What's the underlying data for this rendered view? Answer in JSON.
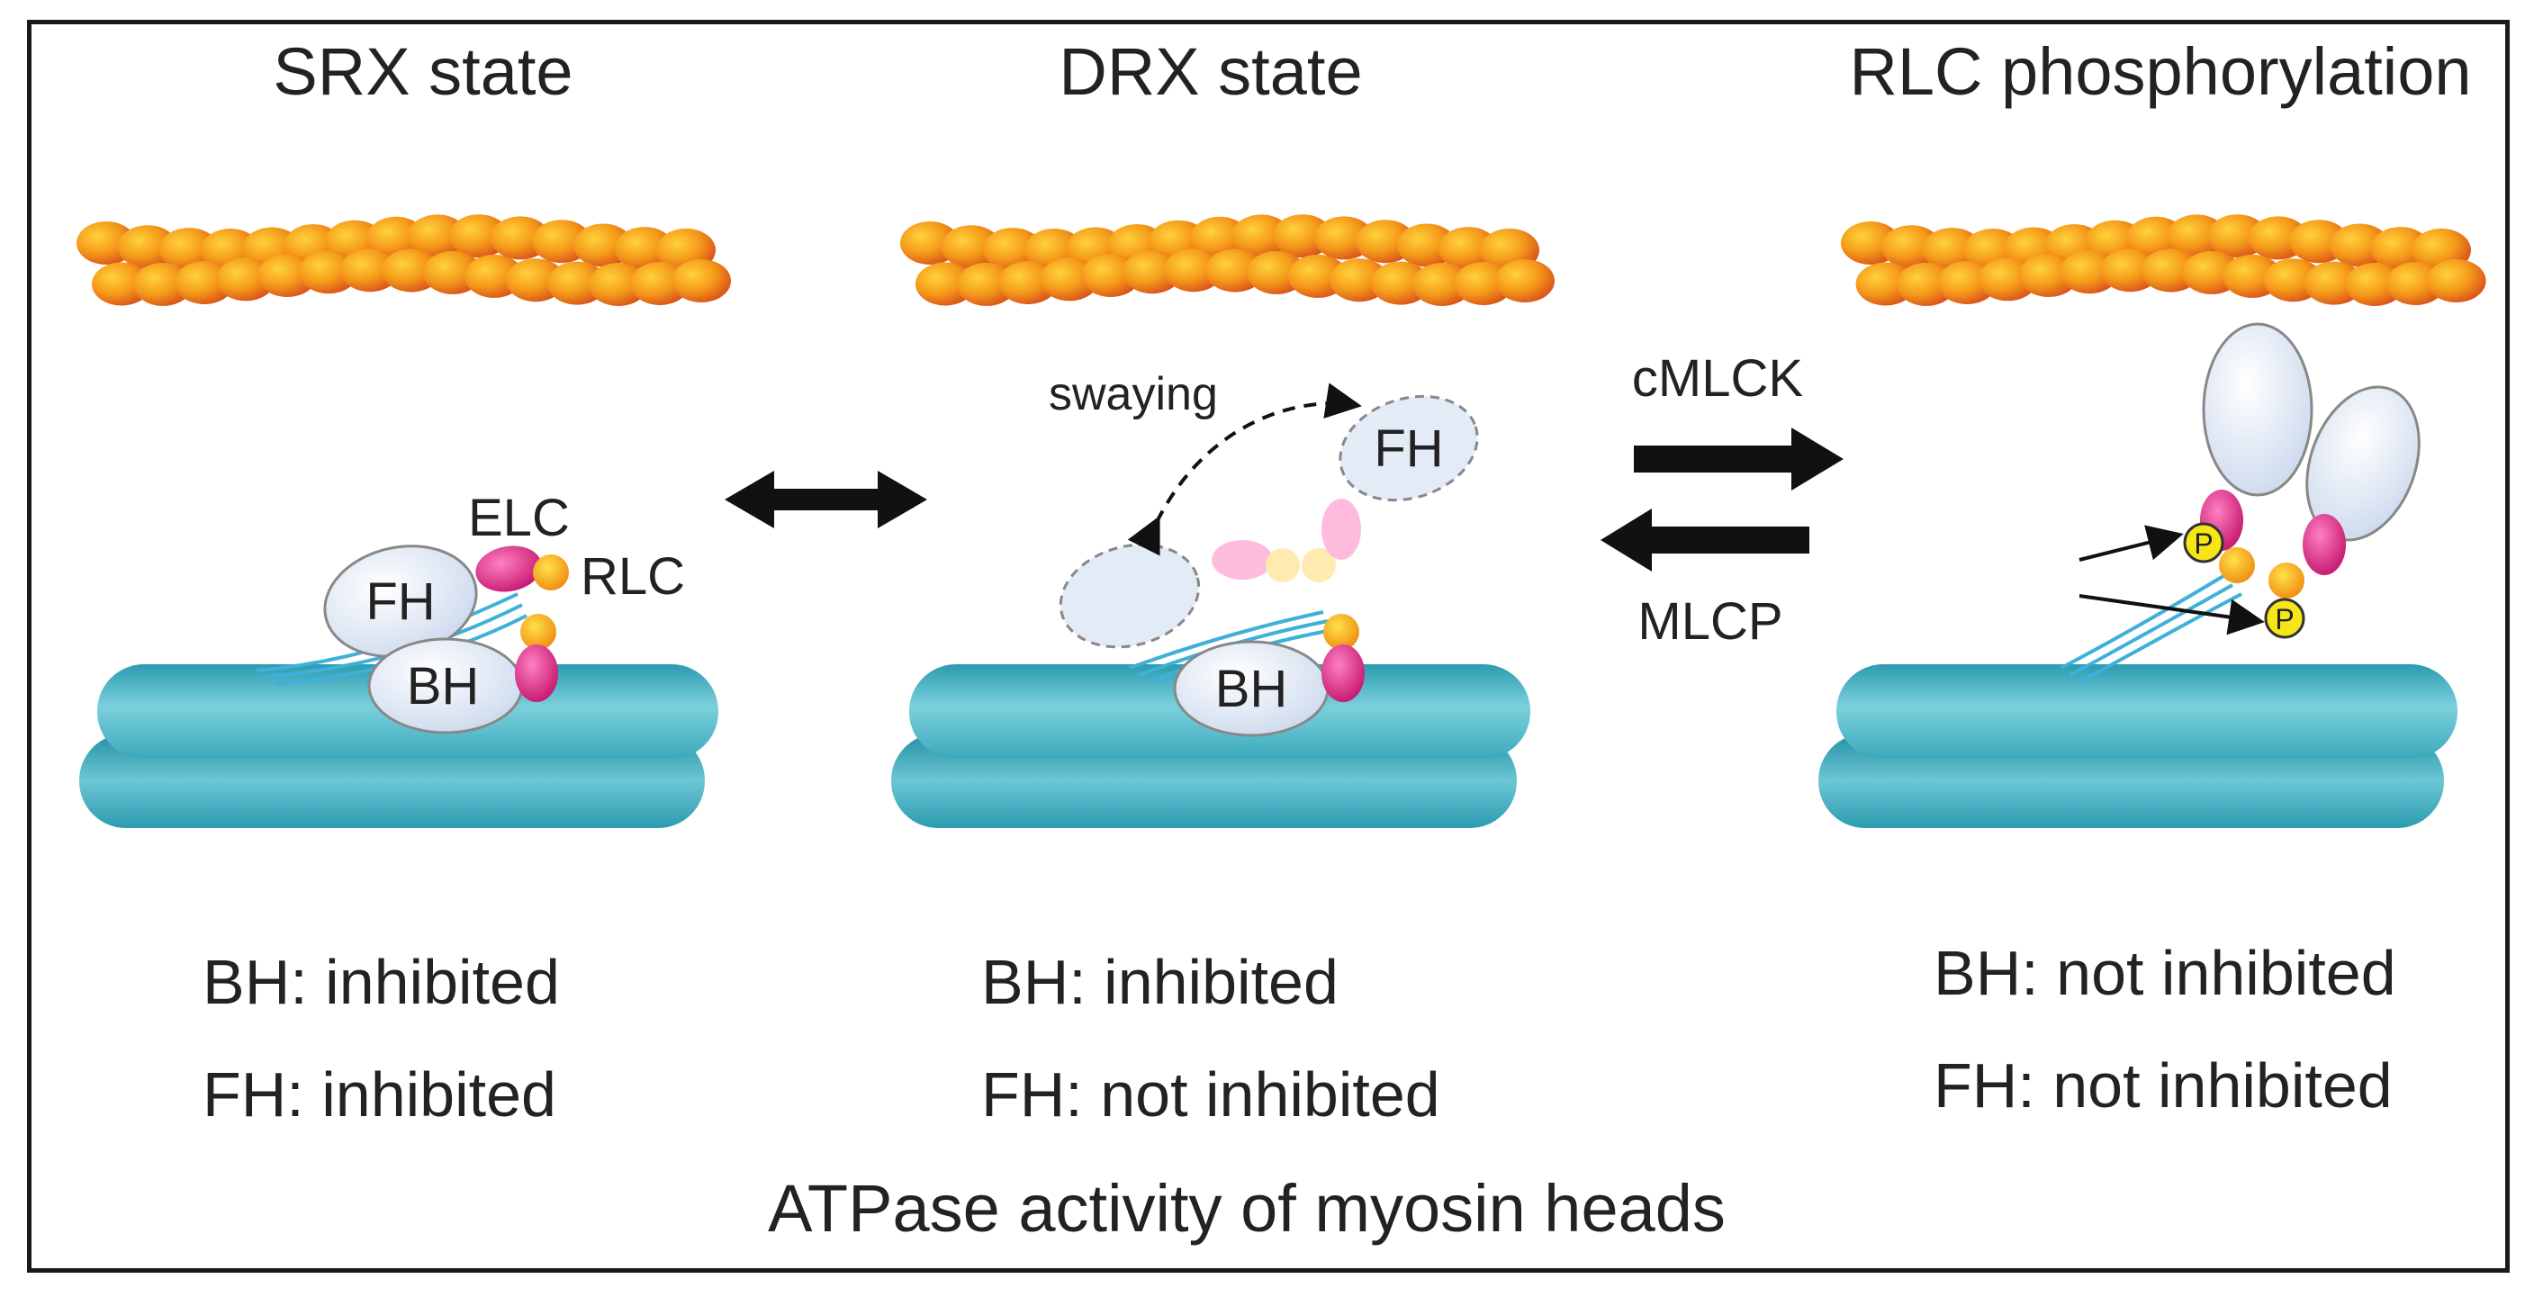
{
  "panels": [
    {
      "title": "SRX state",
      "labels": {
        "elc": "ELC",
        "rlc": "RLC",
        "fh": "FH",
        "bh": "BH"
      },
      "status": [
        "BH: inhibited",
        "FH: inhibited"
      ]
    },
    {
      "title": "DRX state",
      "labels": {
        "swaying": "swaying",
        "fh": "FH",
        "bh": "BH"
      },
      "status": [
        "BH: inhibited",
        "FH: not inhibited"
      ]
    },
    {
      "title": "RLC phosphorylation",
      "labels": {
        "p": "P"
      },
      "status": [
        "BH: not inhibited",
        "FH: not inhibited"
      ]
    }
  ],
  "arrows": {
    "forward": "cMLCK",
    "reverse": "MLCP"
  },
  "footer": "ATPase activity of myosin heads",
  "colors": {
    "thick_filament": "#5bbcc9",
    "actin_bead": "#f08a1a",
    "head": "#dfe8f5",
    "elc": "#e0328c",
    "rlc": "#f5a623",
    "phosphate": "#f5e000"
  }
}
